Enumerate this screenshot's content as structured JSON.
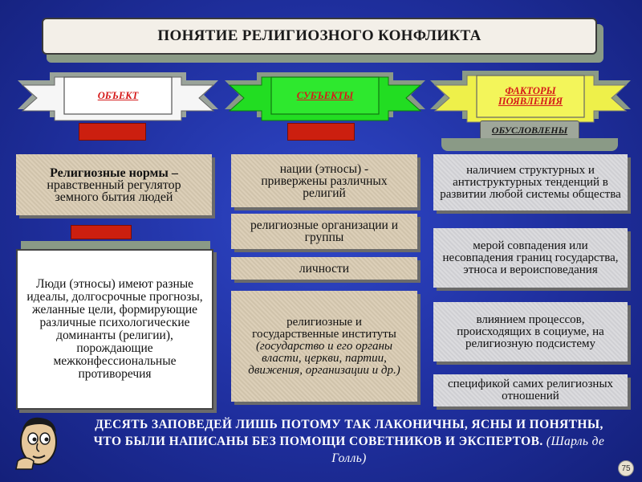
{
  "title": "ПОНЯТИЕ РЕЛИГИОЗНОГО КОНФЛИКТА",
  "banners": {
    "object": "ОБЪЕКТ",
    "subjects": "СУБЪЕКТЫ",
    "factors_line1": "ФАКТОРЫ",
    "factors_line2": "ПОЯВЛЕНИЯ",
    "conditioned": "ОБУСЛОВЛЕНЫ"
  },
  "object_column": {
    "norms_bold": "Религиозные нормы –",
    "norms_rest": "нравственный регулятор земного бытия людей",
    "people": "Люди (этносы) имеют разные идеалы, долгосрочные прогнозы, желанные цели, формирующие различные психологические доминанты (религии), порождающие межконфессиональные противоречия"
  },
  "subjects_column": {
    "item1": "нации (этносы) - привержены различных религий",
    "item2": "религиозные организации и группы",
    "item3": "личности",
    "item4_main": "религиозные и государственные институты",
    "item4_note": "(государство и его органы власти, церкви, партии, движения, организации и др.)"
  },
  "factors_column": {
    "item1": "наличием структурных и антиструктурных тенденций в развитии любой системы общества",
    "item2": "мерой совпадения или несовпадения границ государства, этноса и вероисповедания",
    "item3": "влиянием процессов, происходящих в социуме, на религиозную подсистему",
    "item4": "спецификой самих религиозных отношений"
  },
  "quote": {
    "text": "ДЕСЯТЬ ЗАПОВЕДЕЙ ЛИШЬ ПОТОМУ ТАК ЛАКОНИЧНЫ, ЯСНЫ И ПОНЯТНЫ, ЧТО БЫЛИ НАПИСАНЫ БЕЗ ПОМОЩИ СОВЕТНИКОВ И ЭКСПЕРТОВ.",
    "author": "(Шарль де Голль)"
  },
  "page_number": "75",
  "colors": {
    "background": "#1f2f9e",
    "banner_object": "#ffffff",
    "banner_subjects": "#22dd22",
    "banner_factors": "#eef04a",
    "label_text": "#d51a1a",
    "red_bar": "#cc1f0f"
  },
  "icons": {
    "thinker": "thinking-man-icon"
  }
}
